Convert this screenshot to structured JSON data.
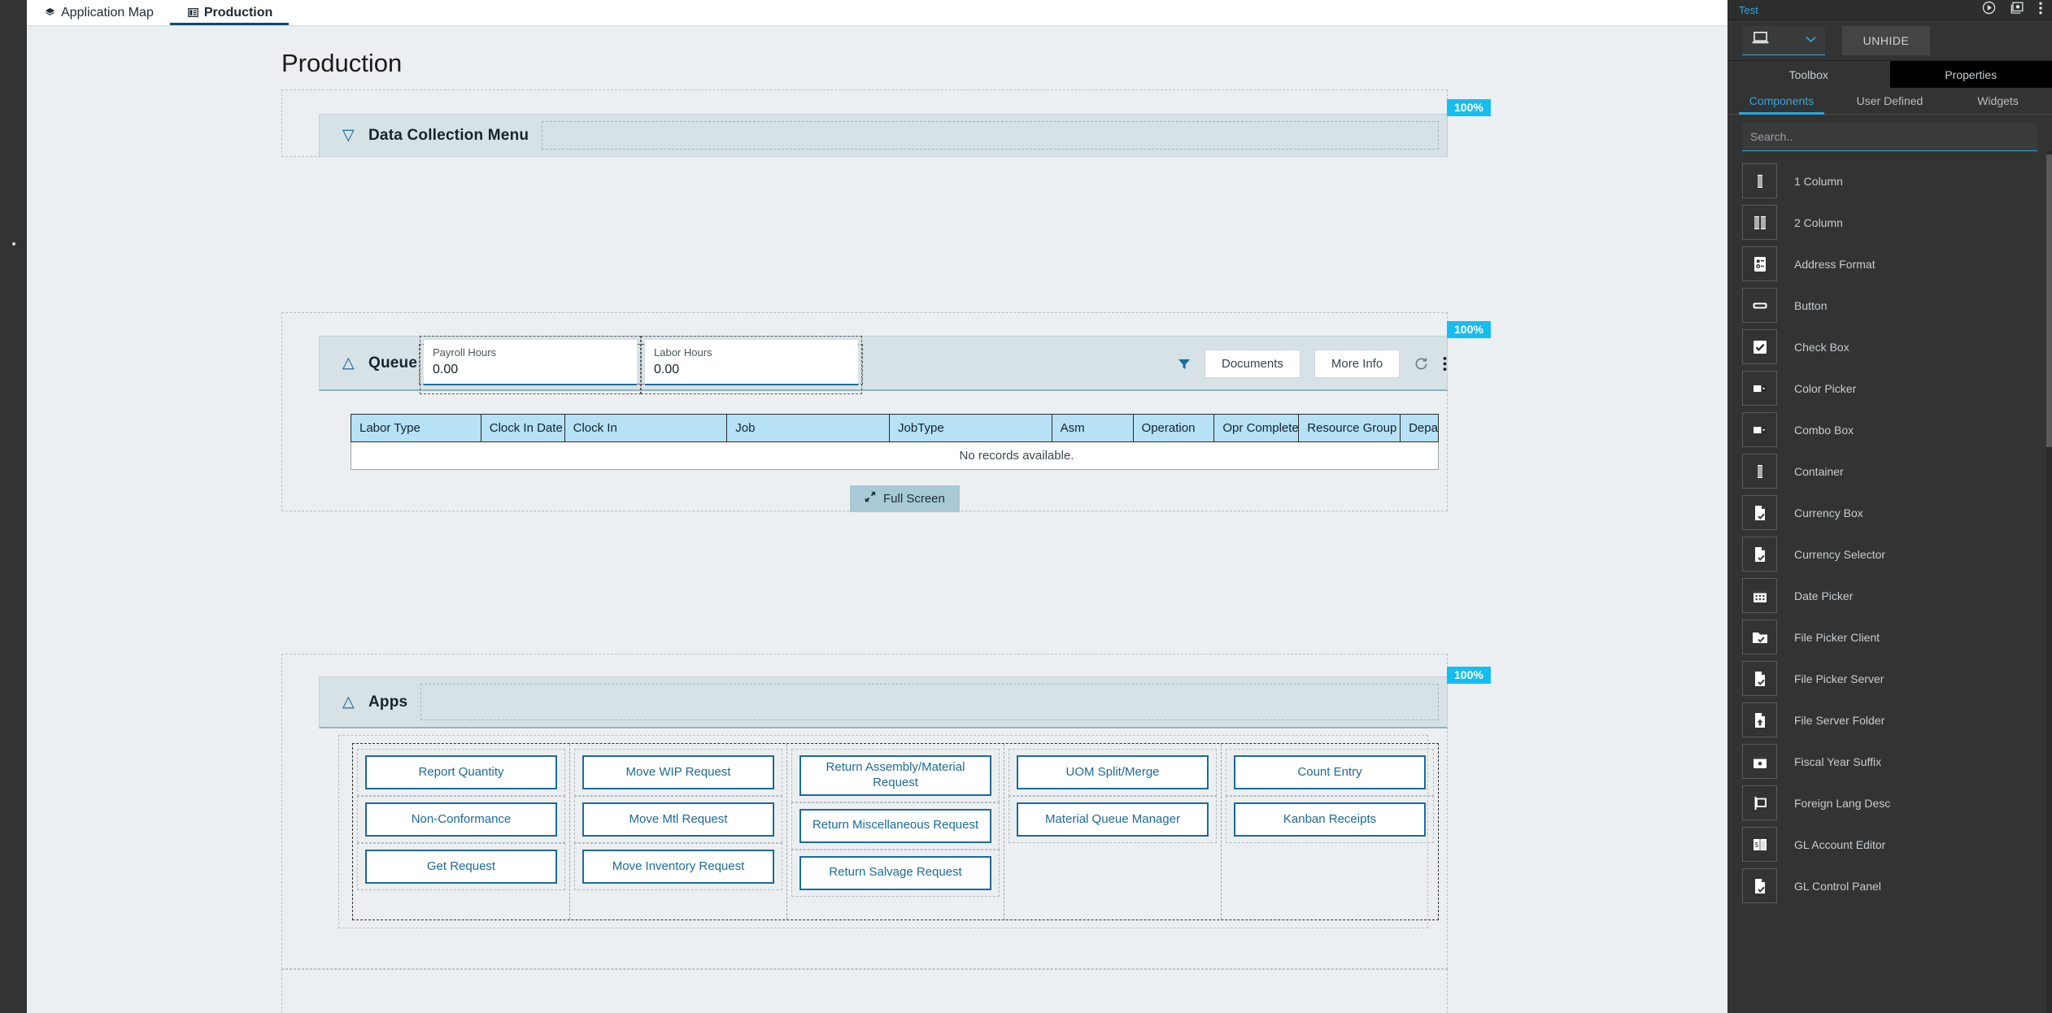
{
  "tabs": [
    {
      "label": "Application Map",
      "icon": "layers-icon",
      "active": false
    },
    {
      "label": "Production",
      "icon": "form-icon",
      "active": true
    }
  ],
  "page": {
    "title": "Production"
  },
  "zoom_badges": [
    {
      "value": "100%"
    },
    {
      "value": "100%"
    },
    {
      "value": "100%"
    }
  ],
  "sections": {
    "data_collection": {
      "title": "Data Collection Menu",
      "chevron": "chevron-down",
      "expanded": false
    },
    "queue": {
      "title": "Queue",
      "chevron": "chevron-up",
      "expanded": true,
      "fields": [
        {
          "label": "Payroll Hours",
          "value": "0.00"
        },
        {
          "label": "Labor Hours",
          "value": "0.00"
        }
      ],
      "actions": {
        "filter_icon": "filter-icon",
        "documents_label": "Documents",
        "more_info_label": "More Info",
        "refresh_icon": "refresh-icon",
        "overflow_icon": "kebab-menu-icon"
      },
      "table": {
        "columns": [
          "Labor Type",
          "Clock In Date",
          "Clock In",
          "Job",
          "JobType",
          "Asm",
          "Operation",
          "Opr Complete",
          "Resource Group ID",
          "Depa"
        ],
        "rows": [],
        "empty_text": "No records available."
      },
      "fullscreen_label": "Full Screen"
    },
    "apps": {
      "title": "Apps",
      "chevron": "chevron-up",
      "expanded": true,
      "columns": [
        [
          "Report Quantity",
          "Non-Conformance",
          "Get Request"
        ],
        [
          "Move WIP Request",
          "Move Mtl Request",
          "Move Inventory Request"
        ],
        [
          "Return Assembly/Material Request",
          "Return Miscellaneous Request",
          "Return Salvage Request"
        ],
        [
          "UOM Split/Merge",
          "Material Queue Manager"
        ],
        [
          "Count Entry",
          "Kanban Receipts"
        ]
      ]
    }
  },
  "right_panel": {
    "title": "Test",
    "top_icons": [
      {
        "name": "play-icon"
      },
      {
        "name": "screenshot-icon"
      },
      {
        "name": "kebab-menu-icon"
      }
    ],
    "device_selector": {
      "icon": "laptop-icon",
      "chevron": "chevron-down-icon"
    },
    "unhide_label": "UNHIDE",
    "primary_tabs": [
      {
        "label": "Toolbox",
        "active": true
      },
      {
        "label": "Properties",
        "active": false
      }
    ],
    "secondary_tabs": [
      {
        "label": "Components",
        "active": true
      },
      {
        "label": "User Defined",
        "active": false
      },
      {
        "label": "Widgets",
        "active": false
      }
    ],
    "search": {
      "placeholder": "Search.."
    },
    "components": [
      {
        "label": "1 Column",
        "icon": "one-column-icon"
      },
      {
        "label": "2 Column",
        "icon": "two-column-icon"
      },
      {
        "label": "Address Format",
        "icon": "address-format-icon"
      },
      {
        "label": "Button",
        "icon": "button-icon"
      },
      {
        "label": "Check Box",
        "icon": "checkbox-icon"
      },
      {
        "label": "Color Picker",
        "icon": "color-picker-icon"
      },
      {
        "label": "Combo Box",
        "icon": "combo-box-icon"
      },
      {
        "label": "Container",
        "icon": "container-icon"
      },
      {
        "label": "Currency Box",
        "icon": "currency-box-icon"
      },
      {
        "label": "Currency Selector",
        "icon": "currency-selector-icon"
      },
      {
        "label": "Date Picker",
        "icon": "calendar-icon"
      },
      {
        "label": "File Picker Client",
        "icon": "folder-check-icon"
      },
      {
        "label": "File Picker Server",
        "icon": "file-check-icon"
      },
      {
        "label": "File Server Folder",
        "icon": "file-upload-icon"
      },
      {
        "label": "Fiscal Year Suffix",
        "icon": "calendar-dot-icon"
      },
      {
        "label": "Foreign Lang Desc",
        "icon": "flag-icon"
      },
      {
        "label": "GL Account Editor",
        "icon": "book-dollar-icon"
      },
      {
        "label": "GL Control Panel",
        "icon": "file-check-icon"
      }
    ]
  },
  "colors": {
    "accent_blue": "#2ea7e0",
    "badge_cyan": "#18bdf0",
    "panel_bg": "#d6e2e6",
    "canvas_bg": "#eceff1",
    "table_header": "#b7e1f5",
    "button_border": "#1b6a9c",
    "dark_panel": "#333333"
  }
}
